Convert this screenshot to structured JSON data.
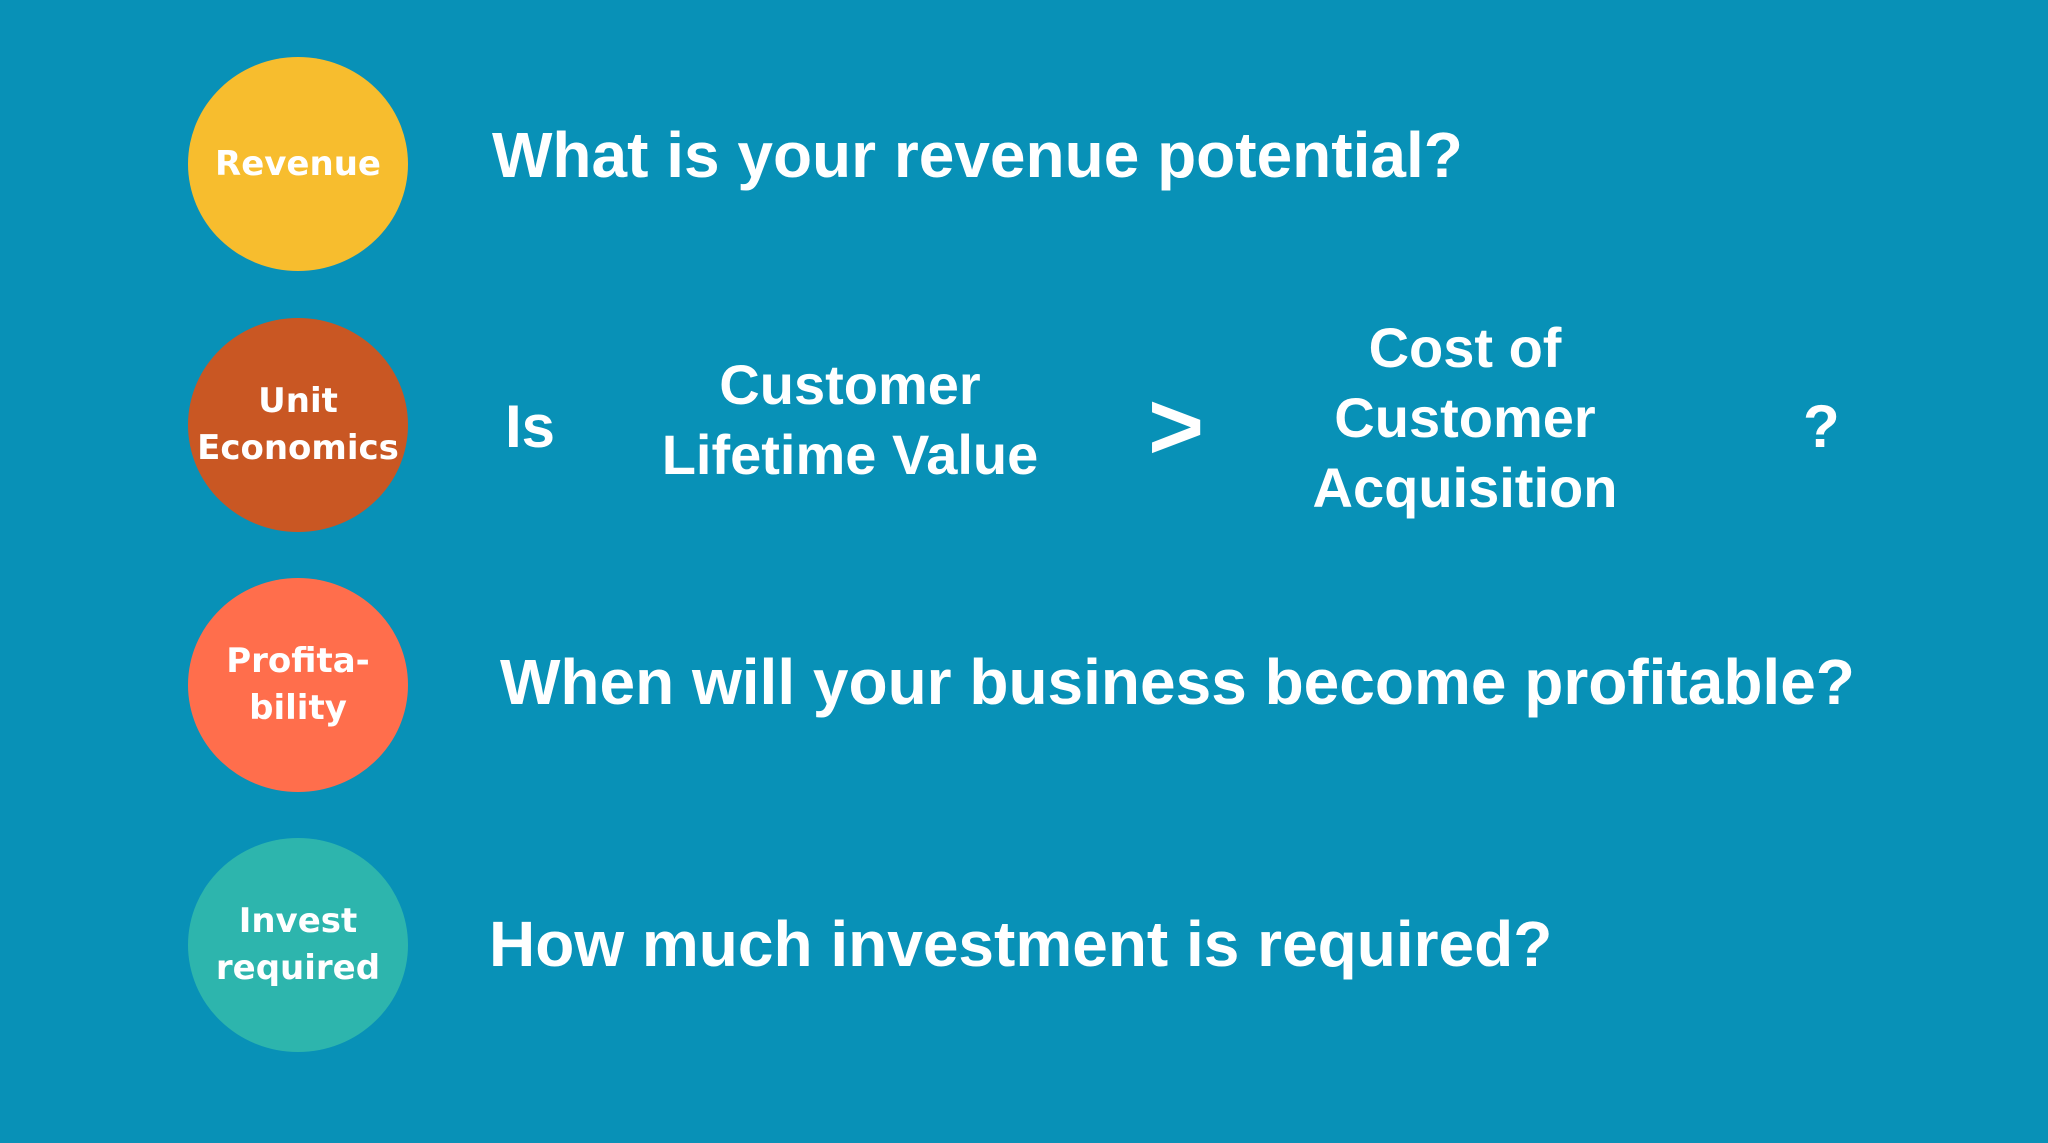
{
  "colors": {
    "background": "#0891b7",
    "text": "#ffffff",
    "revenue": "#f7bd2e",
    "unit_economics": "#c95723",
    "profitability": "#ff6e4c",
    "invest_required": "#2db5ad"
  },
  "rows": [
    {
      "badge": {
        "lines": [
          "Revenue"
        ]
      },
      "question": "What is your revenue potential?"
    },
    {
      "badge": {
        "lines": [
          "Unit",
          "Economics"
        ]
      },
      "comparison": {
        "prefix": "Is",
        "left": [
          "Customer",
          "Lifetime Value"
        ],
        "operator": ">",
        "right": [
          "Cost of",
          "Customer",
          "Acquisition"
        ],
        "suffix": "?"
      }
    },
    {
      "badge": {
        "lines": [
          "Profita-",
          "bility"
        ]
      },
      "question": "When will your business become profitable?"
    },
    {
      "badge": {
        "lines": [
          "Invest",
          "required"
        ]
      },
      "question": "How much investment is required?"
    }
  ]
}
